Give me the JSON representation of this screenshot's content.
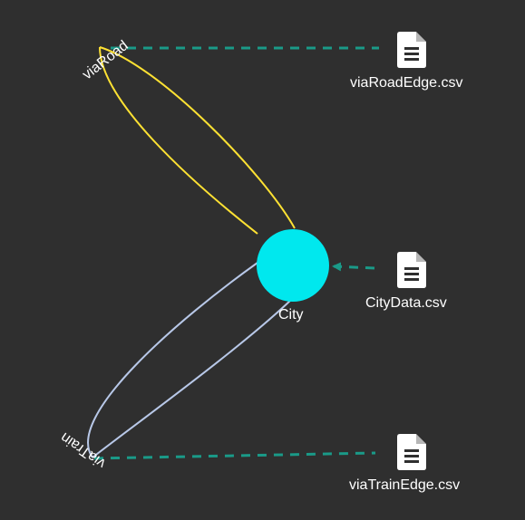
{
  "colors": {
    "background": "#2f2f2f",
    "node": "#00e8ee",
    "road_edge": "#ffe233",
    "train_edge": "#b8c8e8",
    "data_link": "#1a9a88",
    "text": "#ffffff"
  },
  "node": {
    "label": "City"
  },
  "edges": {
    "road_label": "viaRoad",
    "train_label": "viaTrain"
  },
  "files": {
    "road": {
      "label": "viaRoadEdge.csv",
      "icon": "file-icon"
    },
    "city": {
      "label": "CityData.csv",
      "icon": "file-icon"
    },
    "train": {
      "label": "viaTrainEdge.csv",
      "icon": "file-icon"
    }
  }
}
